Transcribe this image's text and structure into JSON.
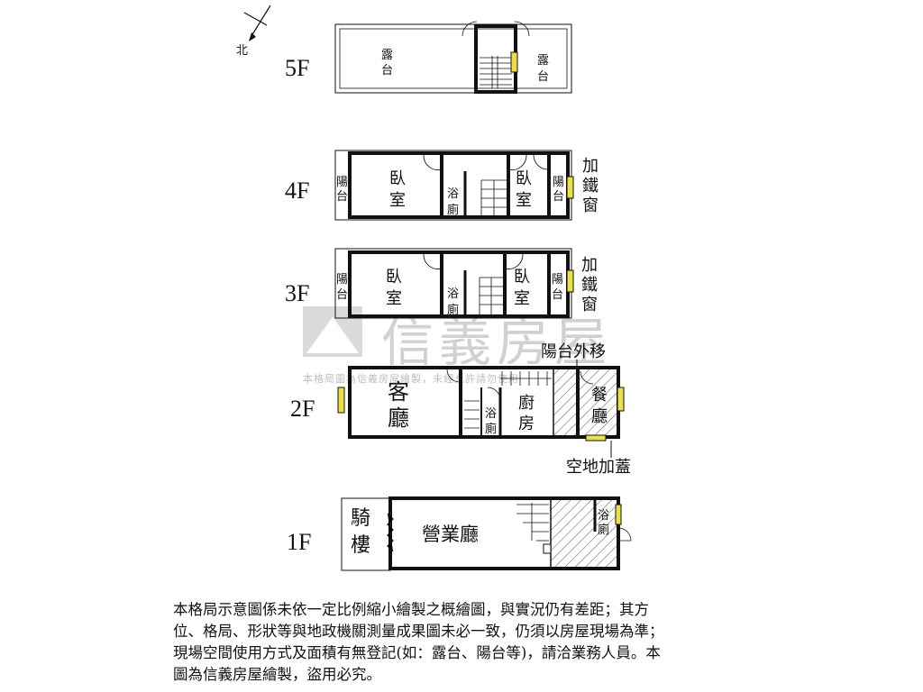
{
  "compass": {
    "label": "北"
  },
  "floors": {
    "f5": {
      "label": "5F",
      "rooms": {
        "terrace_left": [
          "露",
          "台"
        ],
        "terrace_right": [
          "露",
          "台"
        ]
      }
    },
    "f4": {
      "label": "4F",
      "rooms": {
        "balcony_left": [
          "陽",
          "台"
        ],
        "bedroom_left": [
          "臥",
          "室"
        ],
        "bath": [
          "浴",
          "廁"
        ],
        "bedroom_right": [
          "臥",
          "室"
        ],
        "balcony_right": [
          "陽",
          "台"
        ]
      },
      "note": [
        "加",
        "鐵",
        "窗"
      ]
    },
    "f3": {
      "label": "3F",
      "rooms": {
        "balcony_left": [
          "陽",
          "台"
        ],
        "bedroom_left": [
          "臥",
          "室"
        ],
        "bath": [
          "浴",
          "廁"
        ],
        "bedroom_right": [
          "臥",
          "室"
        ],
        "balcony_right": [
          "陽",
          "台"
        ]
      },
      "note": [
        "加",
        "鐵",
        "窗"
      ]
    },
    "f2": {
      "label": "2F",
      "rooms": {
        "living": [
          "客",
          "廳"
        ],
        "bath": [
          "浴",
          "廁"
        ],
        "kitchen": [
          "廚",
          "房"
        ],
        "dining": [
          "餐",
          "廳"
        ]
      },
      "note_top": "陽台外移",
      "note_bottom": "空地加蓋"
    },
    "f1": {
      "label": "1F",
      "rooms": {
        "arcade": [
          "騎",
          "樓"
        ],
        "business_hall": "營業廳",
        "bath": [
          "浴",
          "廁"
        ]
      }
    }
  },
  "watermark": {
    "brand": "信義房屋",
    "subtext": "本格局圖為信義房屋繪製，未經允許請勿使用"
  },
  "footnote": [
    "本格局示意圖係未依一定比例縮小繪製之概繪圖，與實況仍有差距；其方",
    "位、格局、形狀等與地政機關測量成果圖未必一致，仍須以房屋現場為準；",
    "現場空間使用方式及面積有無登記(如：露台、陽台等)，請洽業務人員。本",
    "圖為信義房屋繪製，盜用必究。"
  ],
  "colors": {
    "wall": "#111111",
    "window": "#e8e14a",
    "watermark": "#c9c9c9"
  }
}
